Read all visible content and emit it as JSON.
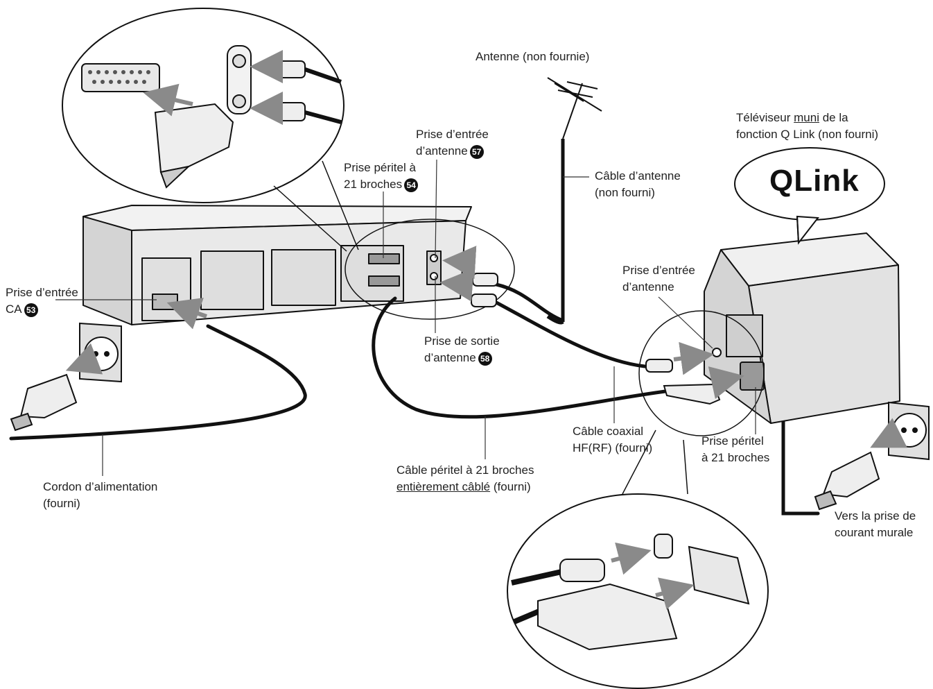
{
  "labels": {
    "antenna": "Antenne (non fournie)",
    "tv_line1_pre": "Téléviseur ",
    "tv_line1_underlined": "muni",
    "tv_line1_post": " de la",
    "tv_line2": "fonction Q Link (non fourni)",
    "vcr_antenna_in_line1": "Prise d’entrée",
    "vcr_antenna_in_line2": "d’antenne",
    "vcr_antenna_in_number": "57",
    "vcr_scart_line1": "Prise péritel à",
    "vcr_scart_line2": "21 broches",
    "vcr_scart_number": "54",
    "antenna_cable_line1": "Câble d’antenne",
    "antenna_cable_line2": "(non fourni)",
    "tv_antenna_in_line1": "Prise d’entrée",
    "tv_antenna_in_line2": "d’antenne",
    "ac_in_line1": "Prise d’entrée",
    "ac_in_line2": "CA",
    "ac_in_number": "53",
    "antenna_out_line1": "Prise de sortie",
    "antenna_out_line2": "d’antenne",
    "antenna_out_number": "58",
    "coax_line1": "Câble coaxial",
    "coax_line2": "HF(RF) (fourni)",
    "tv_scart_line1": "Prise péritel",
    "tv_scart_line2": "à 21 broches",
    "scart_cable_line1": "Câble péritel à 21 broches",
    "scart_cable_line2_underlined": "entièrement câblé",
    "scart_cable_line2_post": " (fourni)",
    "power_cord_line1": "Cordon d’alimentation",
    "power_cord_line2": "(fourni)",
    "wall_outlet_line1": "Vers la prise de",
    "wall_outlet_line2": "courant murale"
  },
  "logo": {
    "text": "QLink"
  },
  "colors": {
    "line": "#111111",
    "arrow": "#8a8a8a",
    "device_fill": "#e6e6e6"
  }
}
